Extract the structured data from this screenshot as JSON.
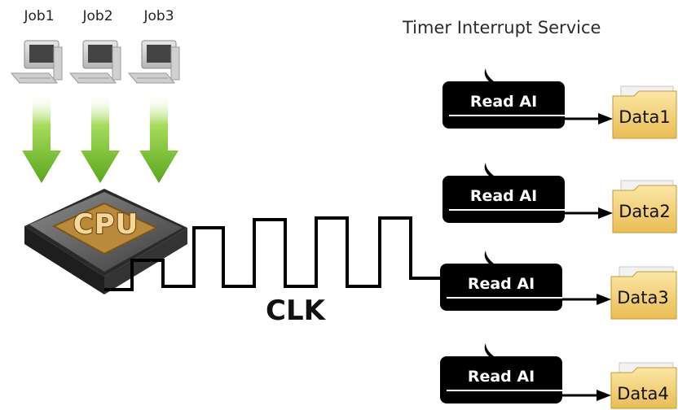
{
  "jobs": [
    {
      "label": "Job1",
      "icon": "computer-icon"
    },
    {
      "label": "Job2",
      "icon": "computer-icon"
    },
    {
      "label": "Job3",
      "icon": "computer-icon"
    }
  ],
  "cpu": {
    "label": "CPU",
    "icon": "cpu-chip-icon"
  },
  "clock": {
    "label": "CLK"
  },
  "service": {
    "title": "Timer Interrupt Service",
    "tasks": [
      {
        "label": "Read AI",
        "output": "Data1"
      },
      {
        "label": "Read AI",
        "output": "Data2"
      },
      {
        "label": "Read AI",
        "output": "Data3"
      },
      {
        "label": "Read AI",
        "output": "Data4"
      }
    ]
  },
  "colors": {
    "arrow_green": "#7cc234",
    "box_fill": "#000000",
    "folder_fill": "#f5d37a",
    "cpu_body": "#5a5a5a",
    "cpu_core": "#c9a25a"
  }
}
